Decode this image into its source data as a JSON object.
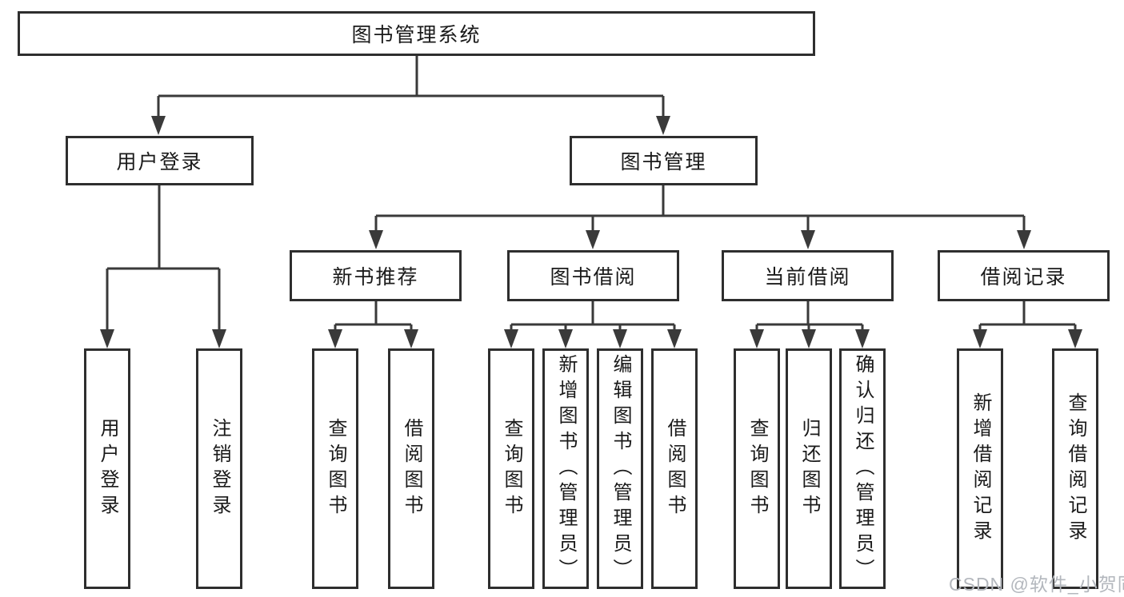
{
  "tree": {
    "root": {
      "label": "图书管理系统",
      "children": [
        {
          "label": "用户登录",
          "children": [
            {
              "label": "用户登录"
            },
            {
              "label": "注销登录"
            }
          ]
        },
        {
          "label": "图书管理",
          "children": [
            {
              "label": "新书推荐",
              "children": [
                {
                  "label": "查询图书"
                },
                {
                  "label": "借阅图书"
                }
              ]
            },
            {
              "label": "图书借阅",
              "children": [
                {
                  "label": "查询图书"
                },
                {
                  "label": "新增图书（管理员）"
                },
                {
                  "label": "编辑图书（管理员）"
                },
                {
                  "label": "借阅图书"
                }
              ]
            },
            {
              "label": "当前借阅",
              "children": [
                {
                  "label": "查询图书"
                },
                {
                  "label": "归还图书"
                },
                {
                  "label": "确认归还（管理员）"
                }
              ]
            },
            {
              "label": "借阅记录",
              "children": [
                {
                  "label": "新增借阅记录"
                },
                {
                  "label": "查询借阅记录"
                }
              ]
            }
          ]
        }
      ]
    }
  },
  "watermark": {
    "text": "CSDN @软件_小贺同学"
  },
  "colors": {
    "line": "#3a3a3a",
    "box_border": "#2e2e2e",
    "box_background": "#ffffff",
    "text": "#1a1a1a",
    "page_background": "#ffffff",
    "watermark": "#b3b7bd"
  }
}
